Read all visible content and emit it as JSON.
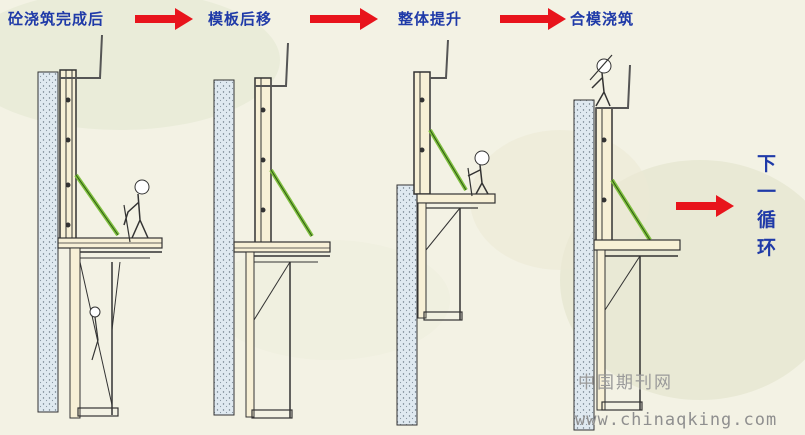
{
  "steps": [
    {
      "label": "砼浇筑完成后"
    },
    {
      "label": "模板后移"
    },
    {
      "label": "整体提升"
    },
    {
      "label": "合模浇筑"
    }
  ],
  "next_cycle": [
    "下",
    "一",
    "循",
    "环"
  ],
  "watermark": {
    "cn": "中国期刊网",
    "url": "www.chinaqking.com"
  },
  "colors": {
    "step_text": "#1f3aa8",
    "arrow": "#e8141c",
    "concrete": "#dfe9f0",
    "steel": "#333333",
    "brace": "#7fbf3f",
    "formwork": "#f7f0d6"
  }
}
